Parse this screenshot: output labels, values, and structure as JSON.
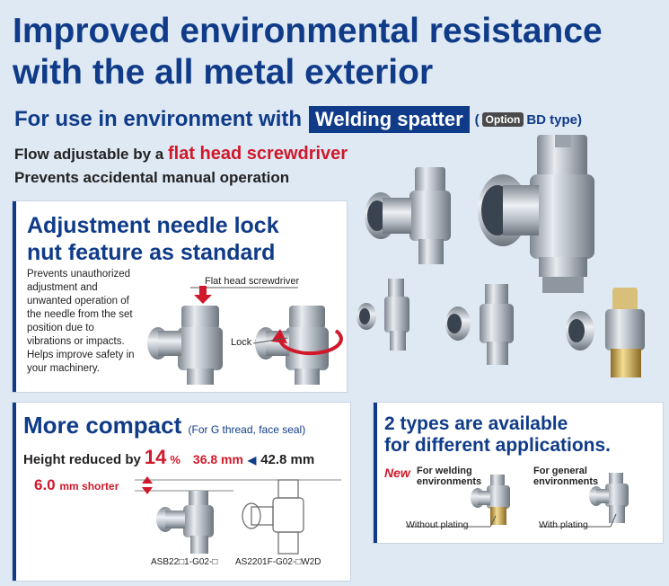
{
  "header": {
    "title_line1": "Improved environmental resistance",
    "title_line2": "with the all metal exterior",
    "subtitle": "For use in environment with",
    "welding_spatter": "Welding spatter",
    "paren_open": "(",
    "option_label": "Option",
    "bd_type": "BD type)"
  },
  "features": {
    "flow_text": "Flow adjustable by a",
    "flat_head": "flat head screwdriver",
    "prevents": "Prevents accidental manual operation"
  },
  "lock_card": {
    "title_line1": "Adjustment needle lock",
    "title_line2": "nut feature as standard",
    "body": "Prevents unauthorized adjustment and unwanted operation of the needle from the set position due to vibrations or impacts. Helps improve safety in your machinery.",
    "flat_head_label": "Flat head screwdriver",
    "lock_nut_label": "Lock nut"
  },
  "compact_card": {
    "title": "More compact",
    "title_note": "(For G thread, face seal)",
    "height_reduced": "Height reduced by",
    "percent": "14",
    "percent_sign": "%",
    "new_height": "36.8 mm",
    "arrow": "◀",
    "old_height": "42.8 mm",
    "shorter_value": "6.0",
    "shorter_text": "mm shorter",
    "model_new": "ASB22□1-G02-□",
    "model_old": "AS2201F-G02-□W2D"
  },
  "types_card": {
    "title_line1": "2 types are available",
    "title_line2": "for different applications.",
    "new_badge": "New",
    "welding_line1": "For welding",
    "welding_line2": "environments",
    "general_line1": "For general",
    "general_line2": "environments",
    "without_plating": "Without plating",
    "with_plating": "With plating"
  },
  "colors": {
    "navy": "#0f3b88",
    "red": "#d0182a",
    "background": "#dfe9f4",
    "brass": "#c9a24a"
  }
}
